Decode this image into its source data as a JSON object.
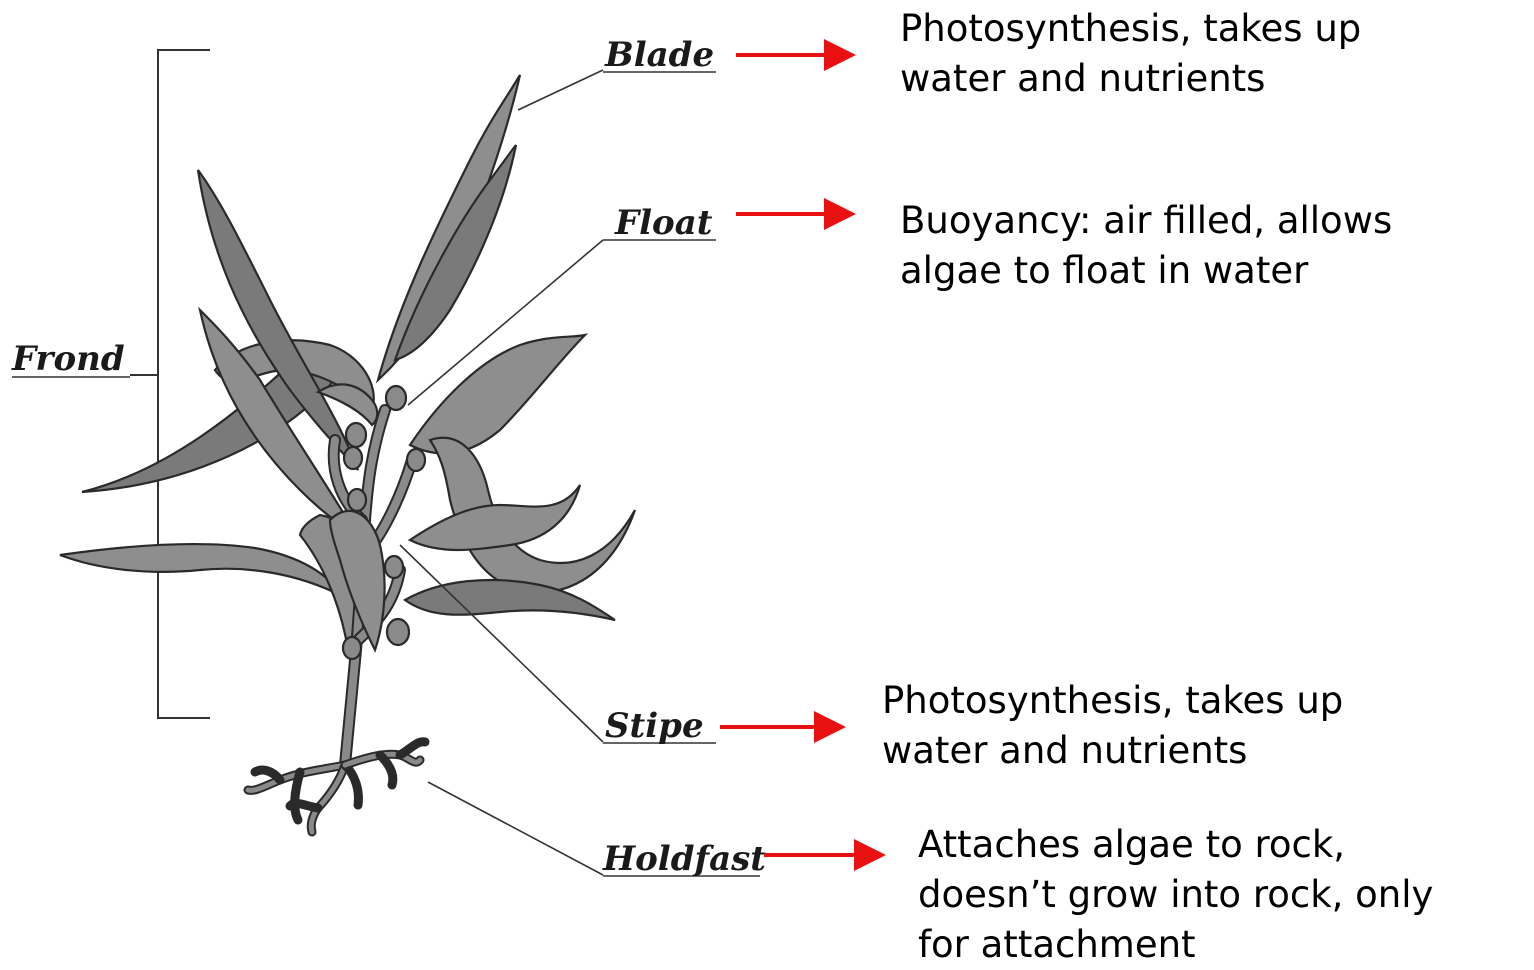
{
  "labels": {
    "frond": "Frond",
    "blade": "Blade",
    "float": "Float",
    "stipe": "Stipe",
    "holdfast": "Holdfast"
  },
  "descriptions": {
    "blade": "Photosynthesis, takes up\nwater and nutrients",
    "float": "Buoyancy: air filled, allows\nalgae to float in water",
    "stipe": "Photosynthesis, takes up\nwater and nutrients",
    "holdfast": "Attaches algae to rock,\ndoesn’t grow into rock, only\nfor attachment"
  },
  "colors": {
    "arrow": "#e81010",
    "plant_fill": "#8e8e8e",
    "outline": "#2a2a2a"
  }
}
